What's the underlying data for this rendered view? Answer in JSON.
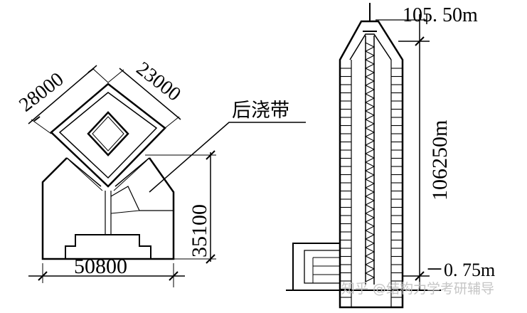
{
  "plan": {
    "dim_diag_left": "28000",
    "dim_diag_right": "23000",
    "dim_width": "50800",
    "dim_height": "35100",
    "band_label": "后浇带"
  },
  "elevation": {
    "top_level": "105. 50m",
    "height_total": "106250m",
    "bottom_level": "－0. 75m"
  },
  "watermark": "知乎 @结构力学考研辅导"
}
